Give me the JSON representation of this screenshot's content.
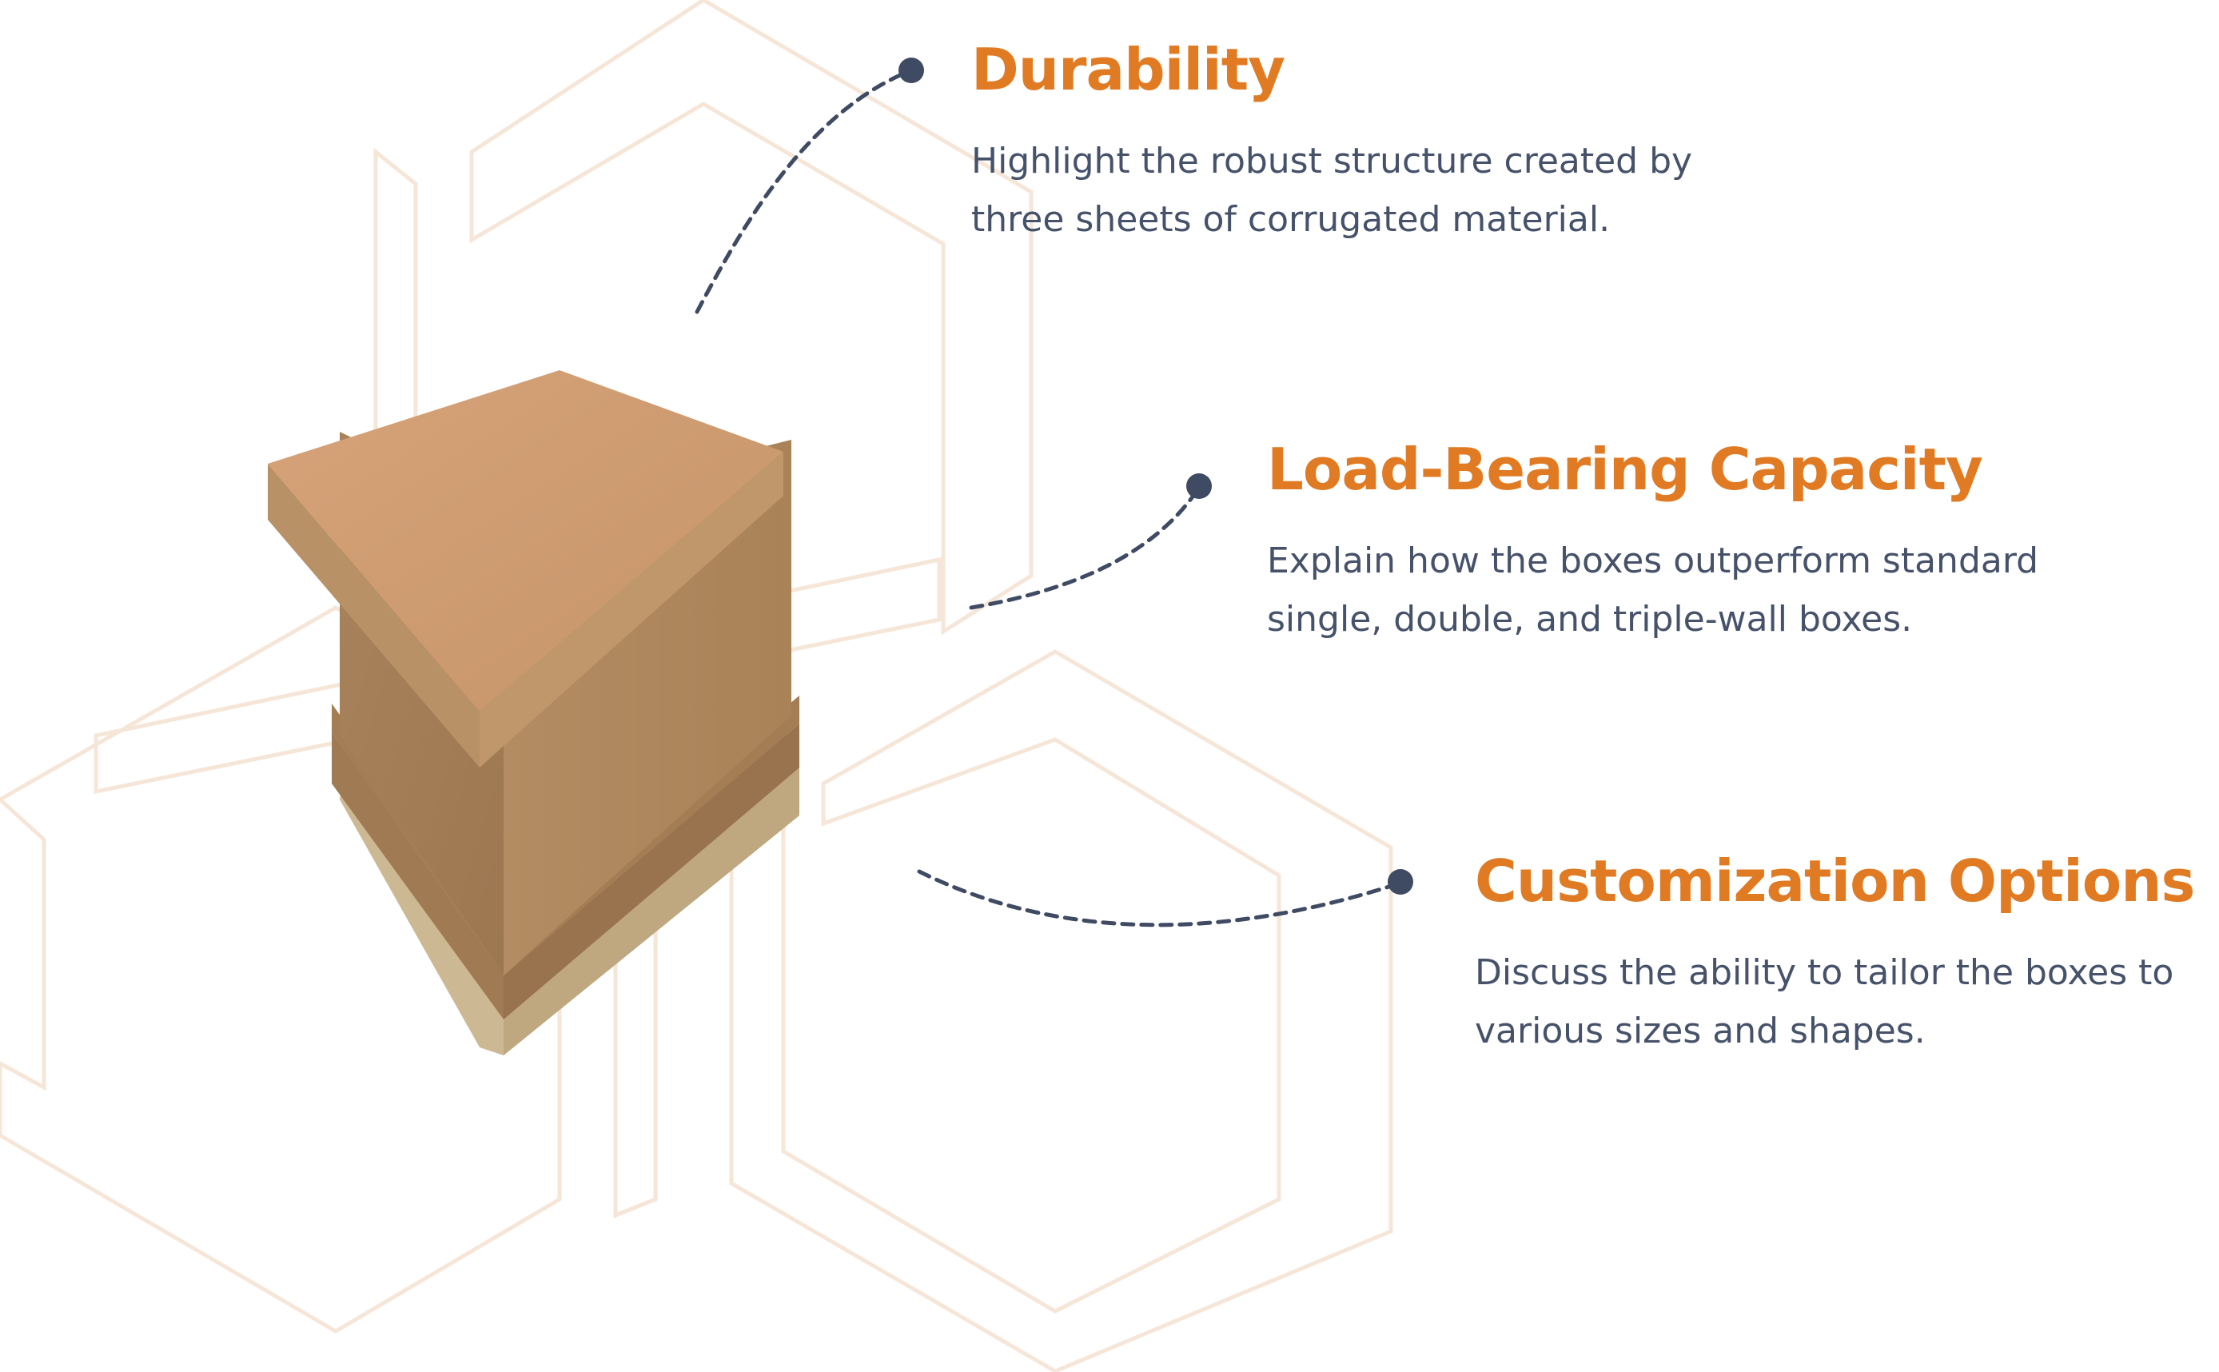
{
  "colors": {
    "accent": "#e07b24",
    "text": "#46526a",
    "connector": "#3f4a63",
    "hex_outline": "#f5e6d8"
  },
  "features": [
    {
      "title": "Durability",
      "description": "Highlight the robust structure created by\nthree sheets of corrugated material."
    },
    {
      "title": "Load-Bearing Capacity",
      "description": "Explain how the boxes outperform standard\nsingle, double, and triple-wall boxes."
    },
    {
      "title": "Customization Options",
      "description": "Discuss the ability to tailor the boxes to\nvarious sizes and shapes."
    }
  ]
}
